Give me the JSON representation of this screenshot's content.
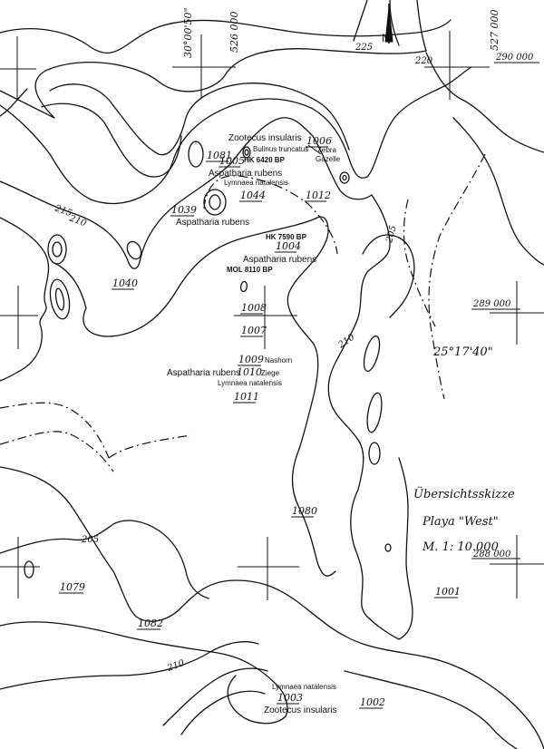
{
  "grid_labels": {
    "lon_top": "30°00'50\"",
    "east_526": "526 000",
    "east_527": "527 000",
    "north_290": "290 000",
    "north_289": "289 000",
    "north_288": "288 000",
    "lat_label": "25°17'40\""
  },
  "contours": {
    "c225": "225",
    "c220": "220",
    "c215": "215",
    "c210a": "210",
    "c205a": "205",
    "c210b": "210",
    "c205b": "205",
    "c210c": "210"
  },
  "north_arrow": "N",
  "sites": {
    "s1081": "1081",
    "s1005": "1005",
    "s1006": "1006",
    "s1039": "1039",
    "s1044": "1044",
    "s1012": "1012",
    "s1004": "1004",
    "s1040": "1040",
    "s1008": "1008",
    "s1007": "1007",
    "s1009": "1009",
    "s1010": "1010",
    "s1011": "1011",
    "s1080": "1080",
    "s1079": "1079",
    "s1001": "1001",
    "s1082": "1082",
    "s1003": "1003",
    "s1002": "1002"
  },
  "annotations": {
    "zootecus_top": "Zootecus insularis",
    "bulinus": "Bulinus truncatus",
    "zebra": "Zebra",
    "gazelle": "Gazelle",
    "hk6420": "HK 6420 BP",
    "aspatharia_1": "Aspatharia rubens",
    "lymnaea_1": "Lymnaea natalensis",
    "aspatharia_2": "Aspatharia rubens",
    "hk7590": "HK 7590 BP",
    "aspatharia_3": "Aspatharia rubens",
    "mol8110": "MOL 8110 BP",
    "nashorn": "Nashorn",
    "aspatharia_4": "Aspatharia rubens",
    "ziege": "Ziege",
    "lymnaea_2": "Lymnaea natalensis",
    "lymnaea_3": "Lymnaea natalensis",
    "zootecus_bottom": "Zootecus insularis"
  },
  "legend": {
    "line1": "Übersichtsskizze",
    "line2": "Playa \"West\"",
    "line3": "M.  1: 10.000"
  }
}
